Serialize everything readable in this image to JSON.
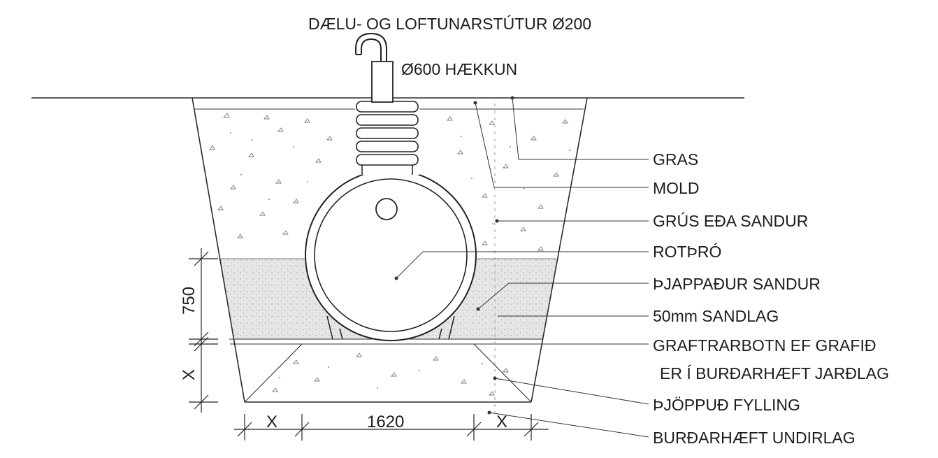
{
  "title": "DÆLU- OG LOFTUNARSTÚTUR Ø200",
  "riser_label": "Ø600 HÆKKUN",
  "labels": [
    "GRAS",
    "MOLD",
    "GRÚS EÐA SANDUR",
    "ROTÞRÓ",
    "ÞJAPPAÐUR SANDUR",
    "50mm SANDLAG",
    "GRAFTRARBOTN EF GRAFIÐ",
    "ER Í BURÐARHÆFT JARÐLAG",
    "ÞJÖPPUÐ FYLLING",
    "BURÐARHÆFT UNDIRLAG"
  ],
  "dimensions": {
    "sand_depth": "750",
    "fill_depth": "X",
    "side_left": "X",
    "bottom_width": "1620",
    "side_right": "X"
  }
}
